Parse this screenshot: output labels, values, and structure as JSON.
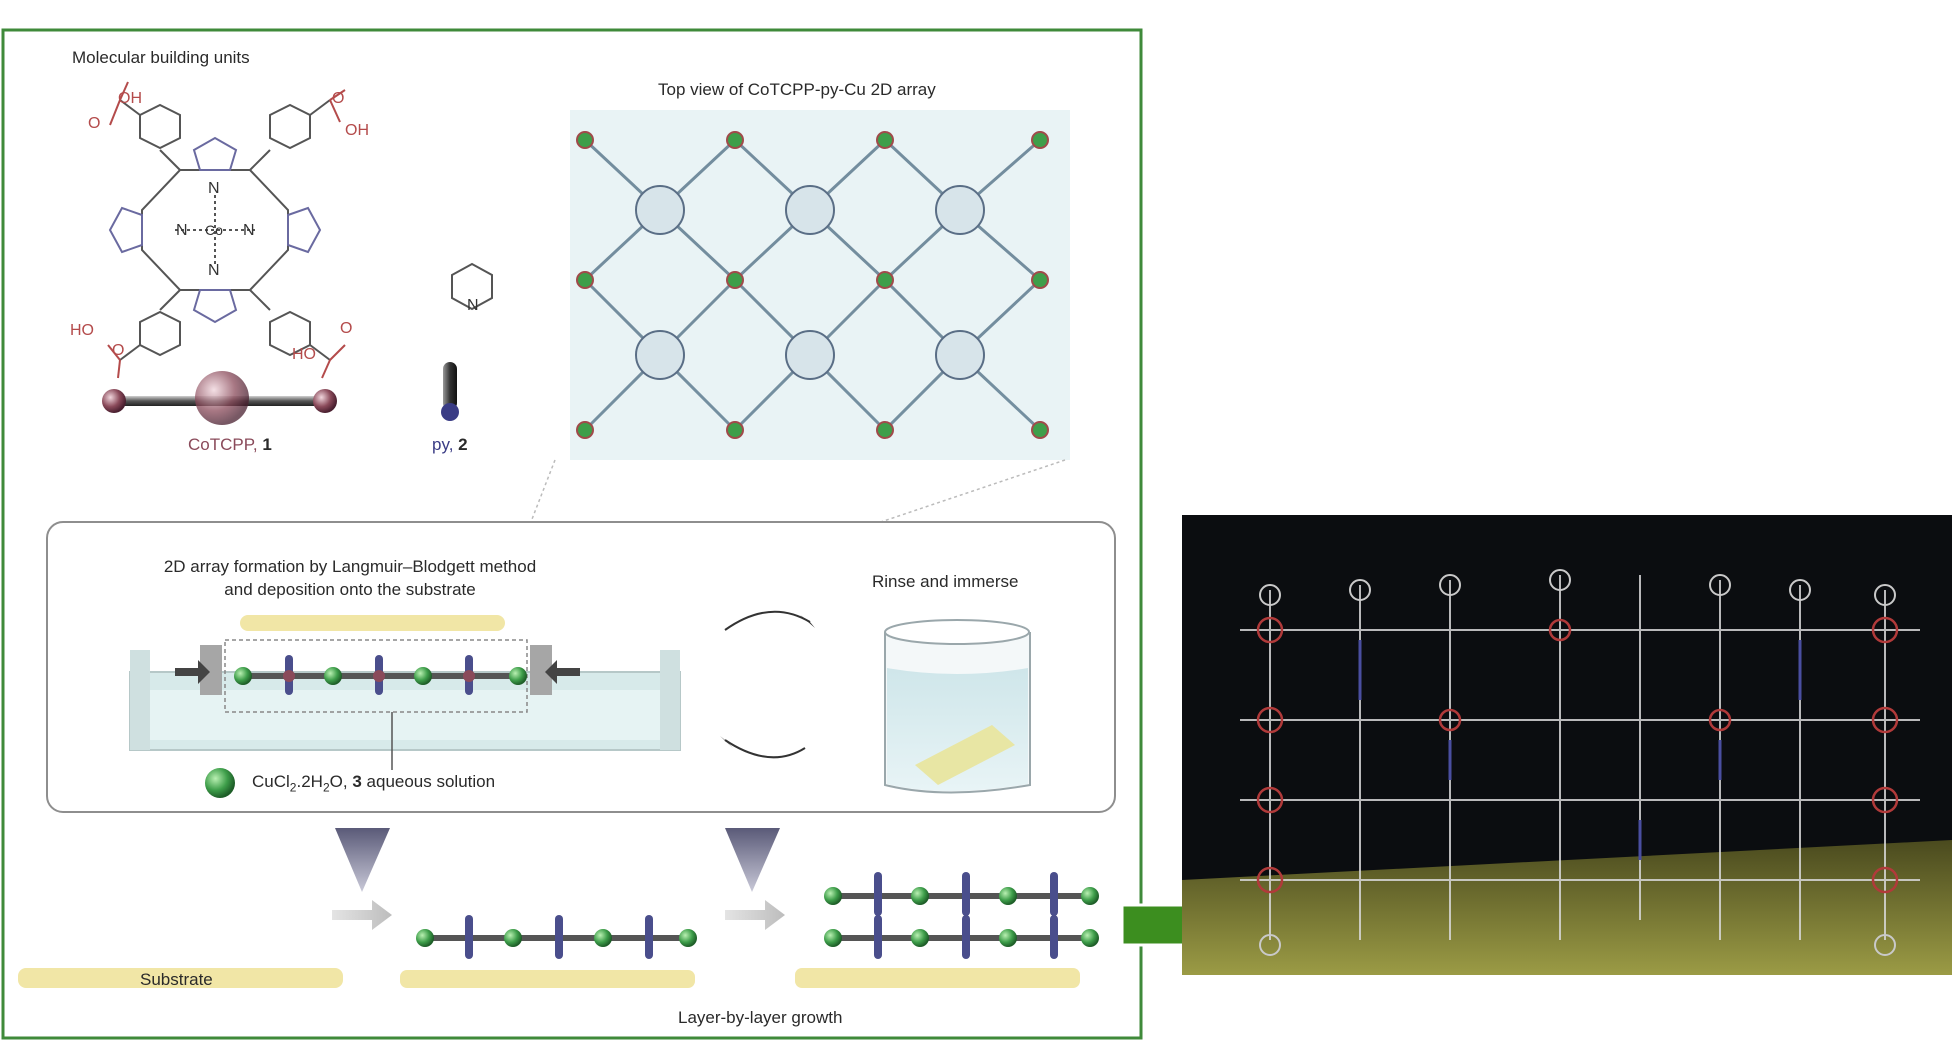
{
  "panel": {
    "molecular_units_title": "Molecular building units",
    "top_view_title": "Top view of CoTCPP-py-Cu 2D array",
    "cotcpp_label_name": "CoTCPP,",
    "cotcpp_label_num": "1",
    "py_label_name": "py,",
    "py_label_num": "2",
    "lb_title_line1": "2D array formation by Langmuir–Blodgett method",
    "lb_title_line2": "and deposition onto the substrate",
    "rinse_title": "Rinse and immerse",
    "cucl_formula_a": "CuCl",
    "cucl_formula_sub1": "2",
    "cucl_formula_b": ".2H",
    "cucl_formula_sub2": "2",
    "cucl_formula_c": "O,",
    "cucl_formula_num": "3",
    "cucl_formula_rest": "aqueous solution",
    "substrate_label": "Substrate",
    "growth_label": "Layer-by-layer growth"
  },
  "atoms": {
    "oh": "OH",
    "ho": "HO",
    "o": "O",
    "n": "N",
    "co": "Co"
  },
  "colors": {
    "frame_green": "#3f8a3a",
    "arrow_green": "#3c8e1f",
    "substrate_yellow": "#f1e6a6",
    "copper_green": "#3e9e4a",
    "porphyrin_maroon": "#8a4a5a",
    "render_background": "#0b0d10"
  }
}
